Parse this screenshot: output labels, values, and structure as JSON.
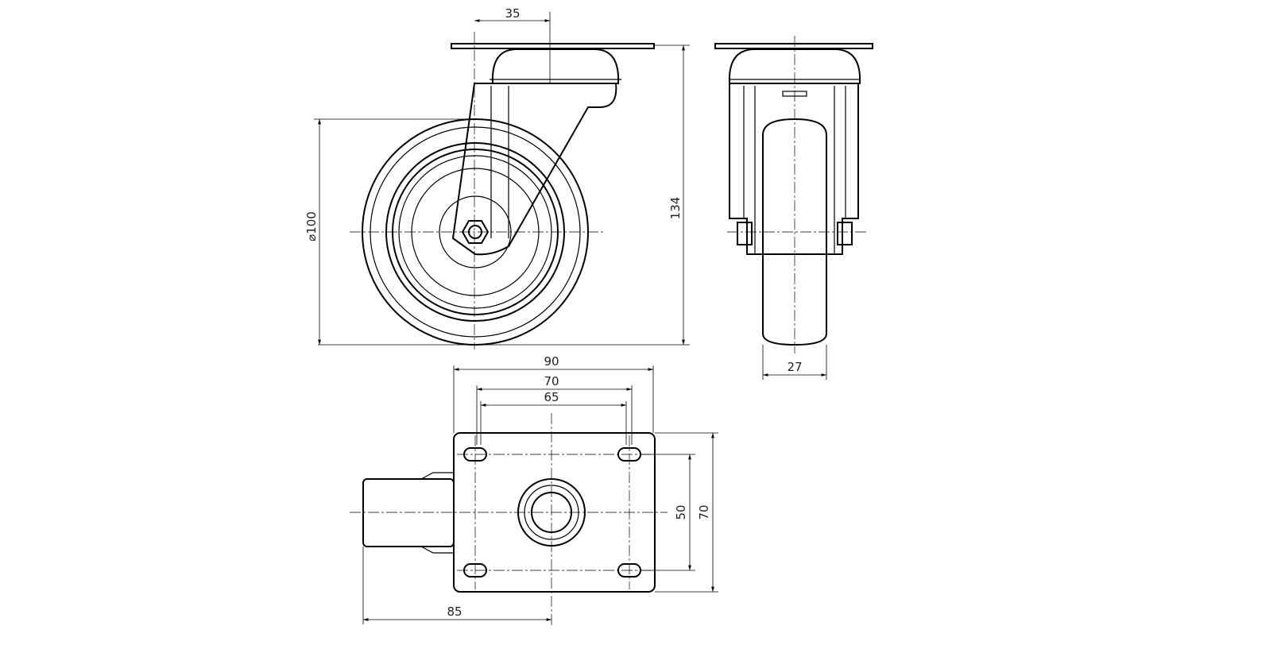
{
  "drawing": {
    "title": "Swivel caster technical drawing",
    "views": [
      "front-view",
      "side-view",
      "bottom-view"
    ],
    "dimensions": {
      "axle_offset": "35",
      "total_height": "134",
      "wheel_diameter": "⌀100",
      "wheel_width": "27",
      "plate_width": "90",
      "hole_spacing_outer": "70",
      "hole_spacing_inner": "65",
      "hole_spacing_vertical": "50",
      "plate_height": "70",
      "swivel_radius": "85"
    },
    "line_color": "#000000",
    "background": "#ffffff"
  }
}
